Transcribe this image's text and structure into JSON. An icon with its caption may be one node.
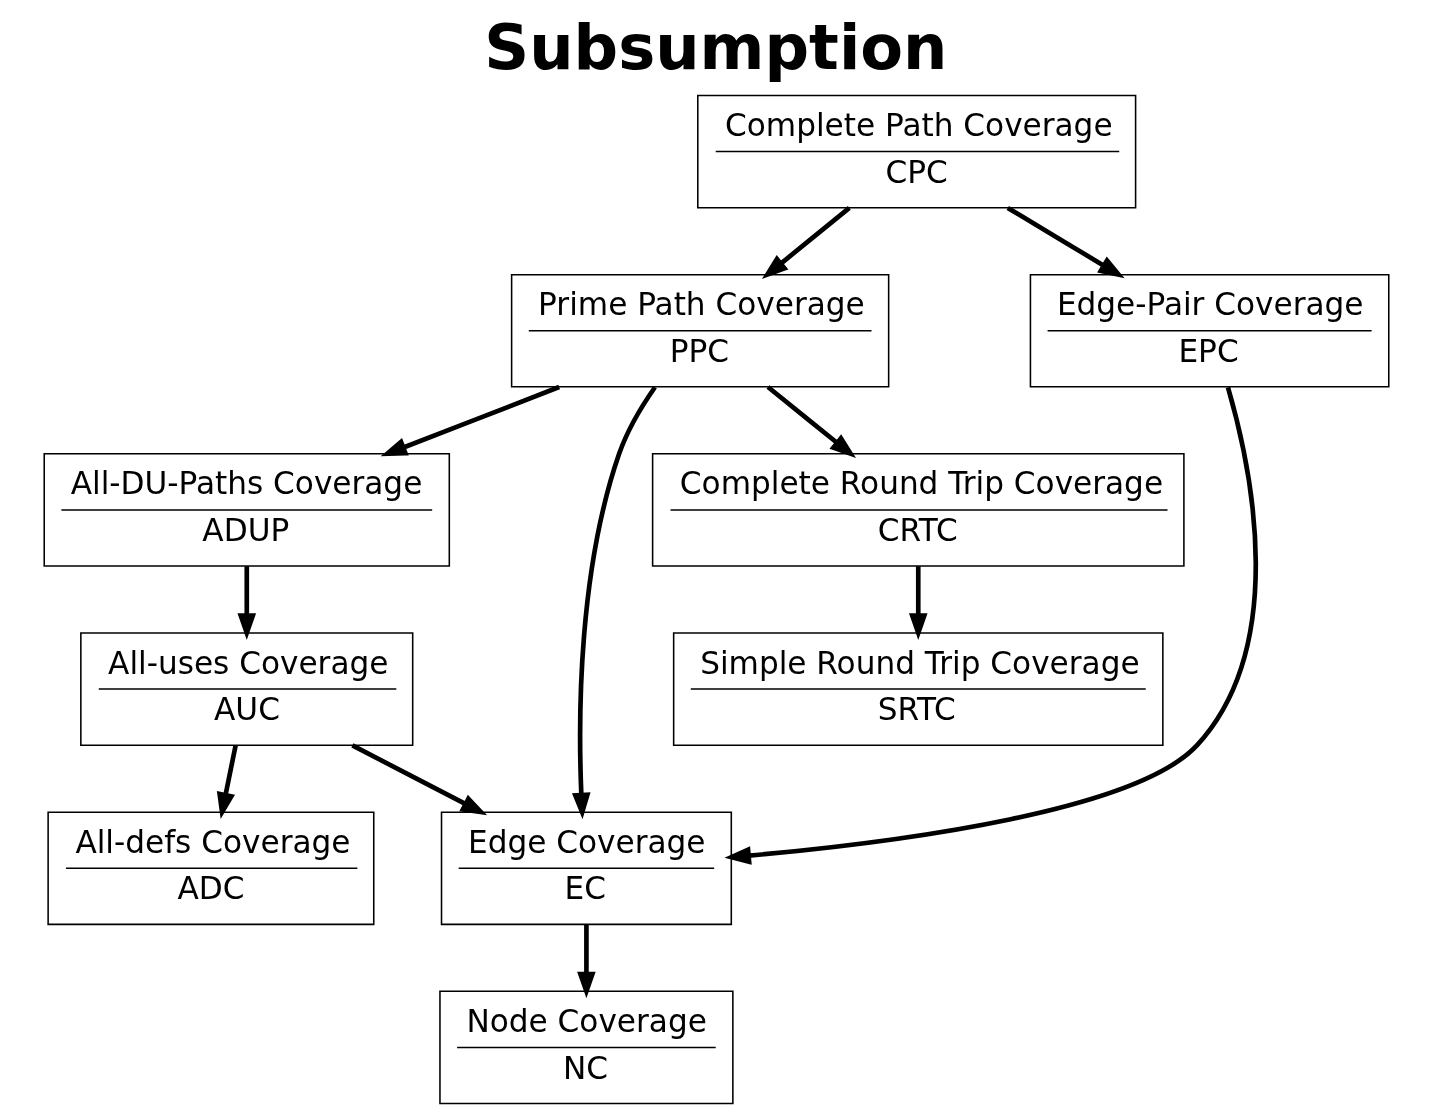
{
  "diagram": {
    "title": "Subsumption",
    "nodes": [
      {
        "text": [
          "Complete Path Coverage",
          "CPC"
        ]
      },
      {
        "text": [
          "Prime Path Coverage",
          "PPC"
        ]
      },
      {
        "text": [
          "All-DU-Paths Coverage",
          "ADUP"
        ]
      },
      {
        "text": [
          "Edge-Pair Coverage",
          "EPC"
        ]
      },
      {
        "text": [
          "All-uses Coverage",
          "AUC"
        ]
      },
      {
        "text": [
          "Edge Coverage",
          "EC"
        ]
      },
      {
        "text": [
          "Complete Round Trip Coverage",
          "CRTC"
        ]
      },
      {
        "text": [
          "All-defs Coverage",
          "ADC"
        ]
      },
      {
        "text": [
          "Node Coverage",
          "NC"
        ]
      },
      {
        "text": [
          "Simple Round Trip Coverage",
          "SRTC"
        ]
      }
    ],
    "edges": [
      {
        "from": 0,
        "to": 1,
        "arrow": "to"
      },
      {
        "from": 0,
        "to": 3,
        "arrow": "to"
      },
      {
        "from": 1,
        "to": 2,
        "arrow": "to"
      },
      {
        "from": 1,
        "to": 5,
        "arrow": "to"
      },
      {
        "from": 1,
        "to": 6,
        "arrow": "to"
      },
      {
        "from": 2,
        "to": 4,
        "arrow": "to"
      },
      {
        "from": 4,
        "to": 7,
        "arrow": "to"
      },
      {
        "from": 4,
        "to": 5,
        "arrow": "to"
      },
      {
        "from": 3,
        "to": 5,
        "arrow": "to"
      },
      {
        "from": 5,
        "to": 8,
        "arrow": "to"
      },
      {
        "from": 6,
        "to": 9,
        "arrow": "to"
      }
    ]
  }
}
